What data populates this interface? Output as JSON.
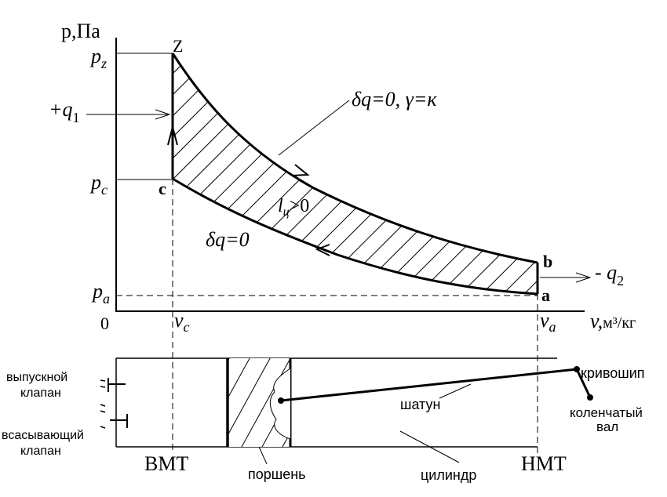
{
  "diagram": {
    "axes": {
      "y_label": "p,Па",
      "x_label": "v,",
      "x_unit": "м³/кг",
      "origin": "0"
    },
    "pressures": {
      "pz": {
        "base": "p",
        "sub": "z"
      },
      "pc": {
        "base": "p",
        "sub": "c"
      },
      "pa": {
        "base": "p",
        "sub": "a"
      }
    },
    "volumes": {
      "vc": {
        "base": "v",
        "sub": "c"
      },
      "va": {
        "base": "v",
        "sub": "a"
      }
    },
    "points": {
      "z": "Z",
      "c": "c",
      "b": "b",
      "a": "a"
    },
    "heat": {
      "q1_sign": "+q",
      "q1_sub": "1",
      "q2_sign": "- q",
      "q2_sub": "2"
    },
    "process_labels": {
      "expansion": "δq=0, γ=к",
      "compression": "δq=0",
      "work": "l",
      "work_sub": "ц",
      "work_rel": ">0"
    },
    "engine": {
      "exhaust_valve_1": "выпускной",
      "exhaust_valve_2": "клапан",
      "intake_valve_1": "всасывающий",
      "intake_valve_2": "клапан",
      "piston": "поршень",
      "rod": "шатун",
      "crank": "кривошип",
      "shaft_1": "коленчатый",
      "shaft_2": "вал",
      "cylinder": "цилиндр",
      "tdc": "ВМТ",
      "bdc": "НМТ"
    }
  }
}
